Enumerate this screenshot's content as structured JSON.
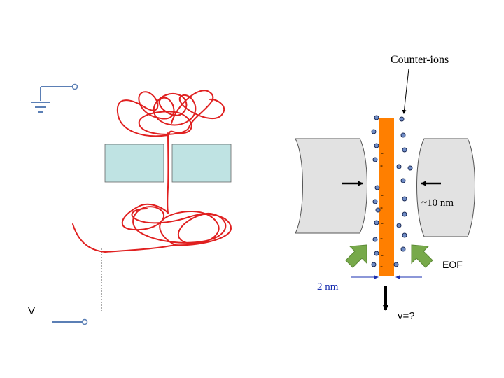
{
  "labels": {
    "voltage": "V",
    "counter_ions": "Counter-ions",
    "pore_size": "~10 nm",
    "eof": "EOF",
    "dna_width": "2 nm",
    "velocity": "v=?"
  },
  "charge_marks": [
    "-",
    "-",
    "-",
    "-",
    "-",
    "-",
    "-",
    "-"
  ],
  "colors": {
    "dna_strand": "#e02020",
    "membrane": "#bfe3e3",
    "electrode_wire": "#5b7fb5",
    "pore_wall_fill": "#e2e2e2",
    "dna_rod": "#ff7f00",
    "ion_fill": "#6f8cc6",
    "eof_arrow": "#77a94a",
    "dimension_text": "#1a2fb0"
  },
  "icons": {
    "ground": "ground-symbol-icon",
    "terminal": "circle-terminal-icon",
    "arrow": "arrow-icon"
  }
}
